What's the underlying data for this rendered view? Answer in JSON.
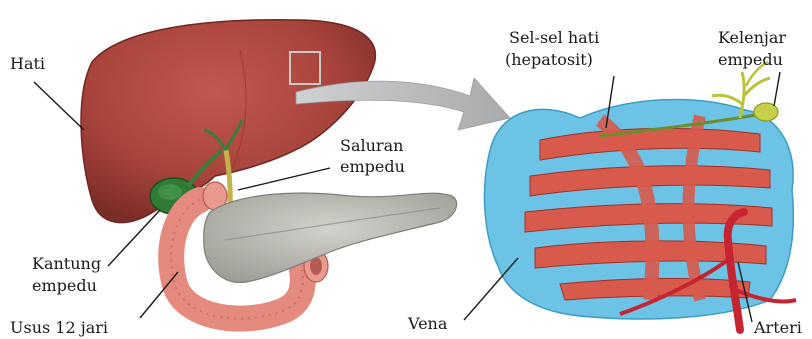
{
  "labels": {
    "hati": "Hati",
    "saluran_1": "Saluran",
    "saluran_2": "empedu",
    "kantung_1": "Kantung",
    "kantung_2": "empedu",
    "usus": "Usus 12 jari",
    "selsel_1": "Sel-sel hati",
    "selsel_2": "(hepatosit)",
    "kelenjar_1": "Kelenjar",
    "kelenjar_2": "empedu",
    "vena": "Vena",
    "arteri": "Arteri"
  },
  "colors": {
    "liver": "#a8443c",
    "gallbladder": "#2f7a35",
    "duodenum": "#e48a7e",
    "pancreas": "#b9b9b2",
    "vein_blue": "#6cc3e6",
    "hepatocyte": "#d85a4c",
    "artery": "#c62430",
    "bile_duct_yellow": "#b8c43c",
    "arrow_gray": "#b7b8ba"
  }
}
